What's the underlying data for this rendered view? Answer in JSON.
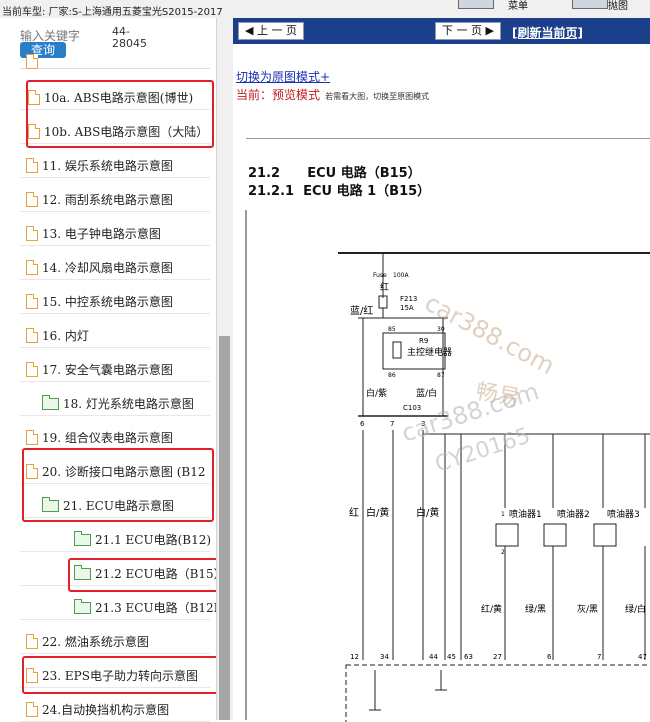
{
  "topbar": {
    "car_model": "当前车型:   厂家:S-上海通用五菱宝光S2015-2017",
    "btn1_label": "菜单",
    "btn2_label": "抛图"
  },
  "search": {
    "label": "输入关键字",
    "code": "44-28045",
    "button": "查询"
  },
  "tree": {
    "items": [
      {
        "label": "10a. ABS电路示意图(博世)",
        "icon": "doc-icon"
      },
      {
        "label": "10b. ABS电路示意图（大陆）",
        "icon": "doc-icon"
      },
      {
        "label": "11. 娱乐系统电路示意图",
        "icon": "doc-icon"
      },
      {
        "label": "12. 雨刮系统电路示意图",
        "icon": "doc-icon"
      },
      {
        "label": "13. 电子钟电路示意图",
        "icon": "doc-icon"
      },
      {
        "label": "14. 冷却风扇电路示意图",
        "icon": "doc-icon"
      },
      {
        "label": "15. 中控系统电路示意图",
        "icon": "doc-icon"
      },
      {
        "label": "16. 内灯",
        "icon": "doc-icon"
      },
      {
        "label": "17. 安全气囊电路示意图",
        "icon": "doc-icon"
      },
      {
        "label": "18. 灯光系统电路示意图",
        "icon": "folder-icon"
      },
      {
        "label": "19. 组合仪表电路示意图",
        "icon": "doc-icon"
      },
      {
        "label": "20. 诊断接口电路示意图 (B12",
        "icon": "doc-icon"
      },
      {
        "label": "21. ECU电路示意图",
        "icon": "folder-icon"
      },
      {
        "label": "21.1 ECU电路(B12)",
        "icon": "folder-icon"
      },
      {
        "label": "21.2 ECU电路（B15）",
        "icon": "folder-icon"
      },
      {
        "label": "21.3 ECU电路（B12M",
        "icon": "folder-icon"
      },
      {
        "label": "22. 燃油系统示意图",
        "icon": "doc-icon"
      },
      {
        "label": "23. EPS电子助力转向示意图",
        "icon": "doc-icon"
      },
      {
        "label": "24.自动换挡机构示意图",
        "icon": "doc-icon"
      }
    ]
  },
  "nav": {
    "prev": "上 一 页",
    "next": "下 一 页",
    "refresh": "[刷新当前页]"
  },
  "content": {
    "switch_link": "切换为原图模式+",
    "mode_label": "当前：预览模式",
    "mode_hint": "若需看大图，切换至原图模式",
    "section": "21.2      ECU 电路（B15）",
    "subsection": "21.2.1  ECU 电路 1（B15）"
  },
  "diagram": {
    "fuse_label": "Fuse",
    "fuse_amp": "100A",
    "wire_red": "红",
    "f213": "F213",
    "f213_amp": "15A",
    "wire_blue_red": "蓝/红",
    "relay_pin85": "85",
    "relay_pin30": "30",
    "relay_pin86": "86",
    "relay_pin87": "87",
    "relay_code": "R9",
    "relay_name": "主控继电器",
    "wire_white_purple": "白/紫",
    "wire_blue_white": "蓝/白",
    "connector": "C103",
    "pin6": "6",
    "pin7": "7",
    "pin3": "3",
    "wire_red2": "红",
    "wire_white_yellow": "白/黄",
    "wire_white_yellow2": "白/黄",
    "inj1": "喷油器1",
    "inj2": "喷油器2",
    "inj3": "喷油器3",
    "inj_pin1": "1",
    "inj_pin2": "2",
    "wire_red_yellow": "红/黄",
    "wire_green_black": "绿/黑",
    "wire_gray_black": "灰/黑",
    "wire_green_white": "绿/白",
    "ecu_pins": [
      "12",
      "34",
      "44",
      "45",
      "63",
      "27",
      "6",
      "7",
      "47"
    ],
    "watermark1": "car388.com",
    "watermark2": "畅易",
    "watermark3": "car388.com",
    "watermark4": "CY20165"
  }
}
